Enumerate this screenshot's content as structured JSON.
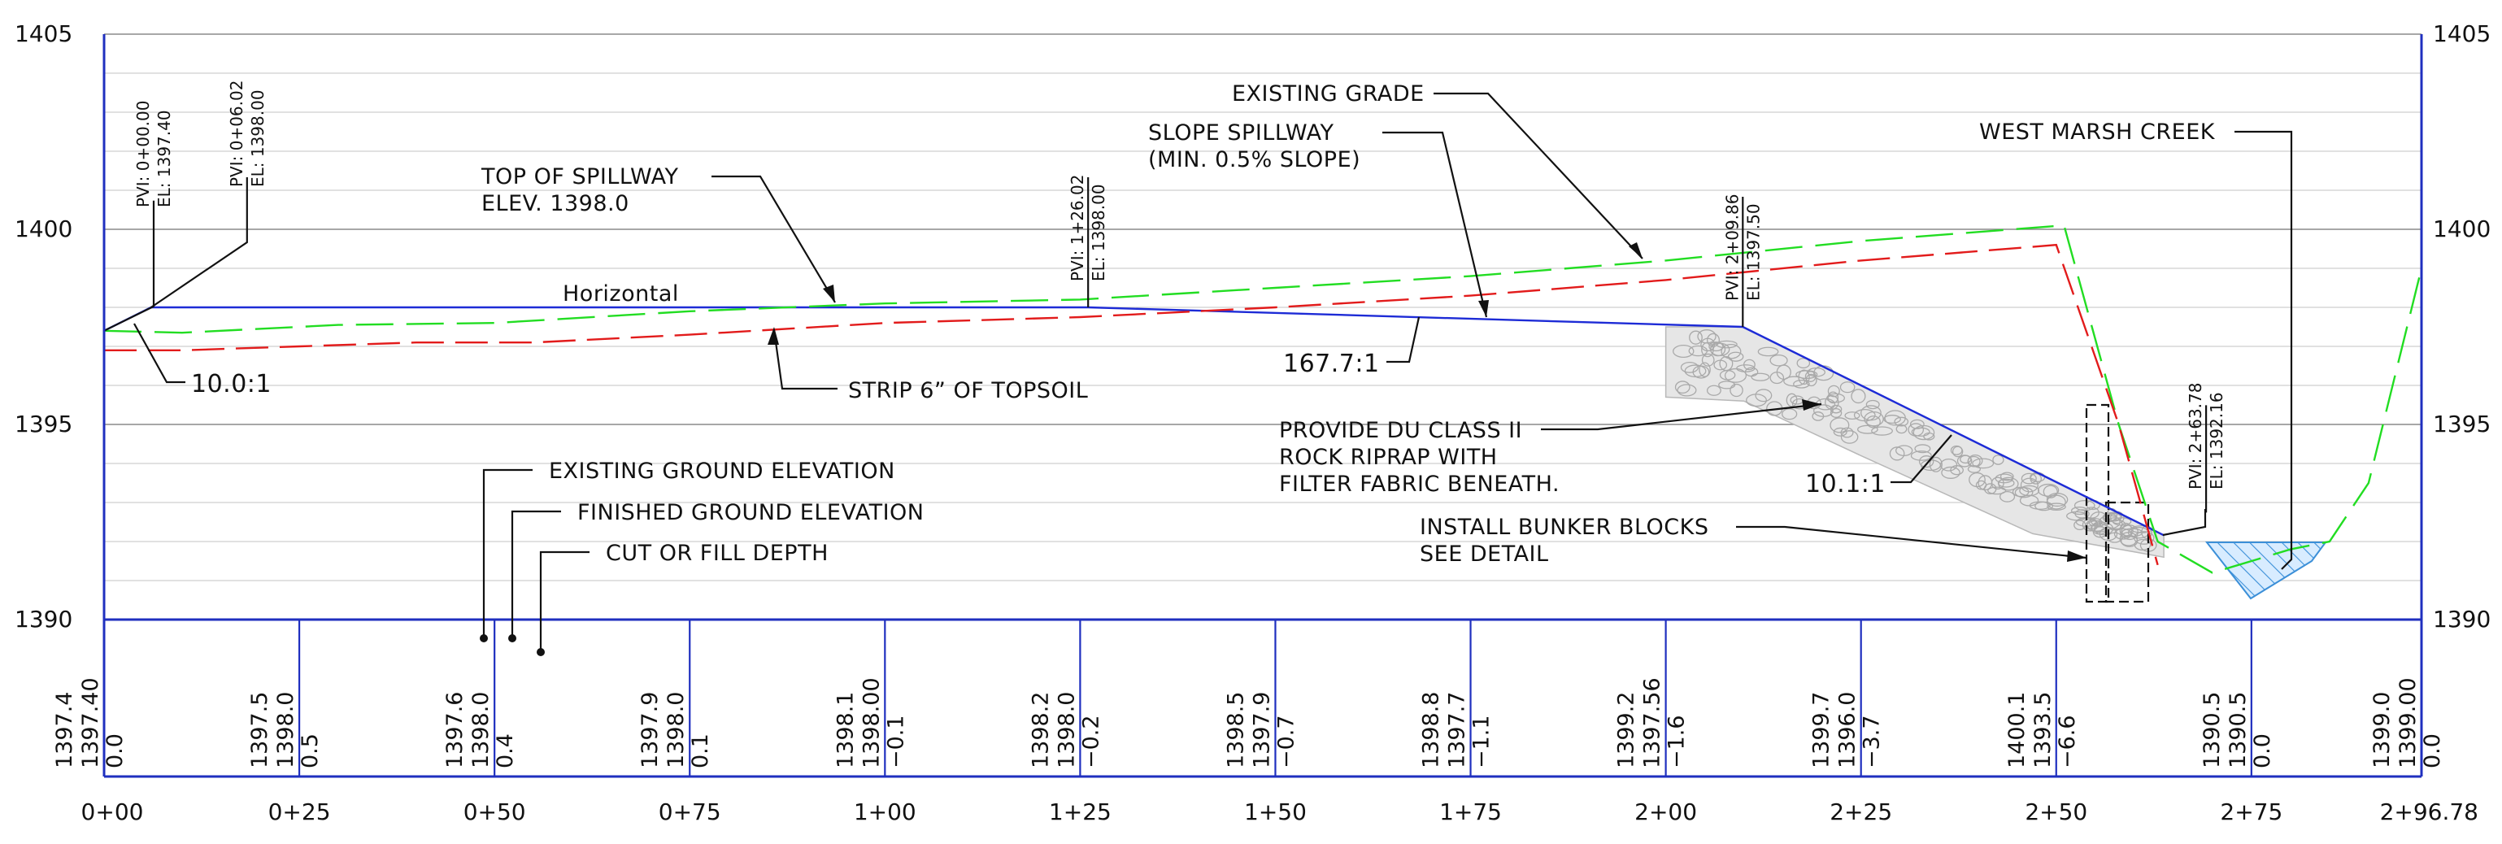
{
  "chart_data": {
    "type": "line",
    "y_axis": {
      "ylim": [
        1390,
        1405
      ],
      "ticks": [
        "1390",
        "1395",
        "1400",
        "1405"
      ]
    },
    "x_axis": {
      "xlim": [
        0,
        296.78
      ],
      "ticks": [
        {
          "sta": 0,
          "label": "0+00"
        },
        {
          "sta": 25,
          "label": "0+25"
        },
        {
          "sta": 50,
          "label": "0+50"
        },
        {
          "sta": 75,
          "label": "0+75"
        },
        {
          "sta": 100,
          "label": "1+00"
        },
        {
          "sta": 125,
          "label": "1+25"
        },
        {
          "sta": 150,
          "label": "1+50"
        },
        {
          "sta": 175,
          "label": "1+75"
        },
        {
          "sta": 200,
          "label": "2+00"
        },
        {
          "sta": 225,
          "label": "2+25"
        },
        {
          "sta": 250,
          "label": "2+50"
        },
        {
          "sta": 275,
          "label": "2+75"
        },
        {
          "sta": 296.78,
          "label": "2+96.78"
        }
      ]
    },
    "series": [
      {
        "key": "finished_grade",
        "color": "#1d2bd6",
        "points": [
          [
            0,
            1397.4
          ],
          [
            6.02,
            1398.0
          ],
          [
            126.02,
            1398.0
          ],
          [
            209.86,
            1397.5
          ],
          [
            263.78,
            1392.16
          ]
        ]
      },
      {
        "key": "existing_grade",
        "color": "#22dd22",
        "points": [
          [
            0,
            1397.4
          ],
          [
            10,
            1397.35
          ],
          [
            30,
            1397.55
          ],
          [
            50,
            1397.6
          ],
          [
            75,
            1397.9
          ],
          [
            100,
            1398.1
          ],
          [
            125,
            1398.2
          ],
          [
            150,
            1398.5
          ],
          [
            175,
            1398.8
          ],
          [
            200,
            1399.2
          ],
          [
            225,
            1399.7
          ],
          [
            251,
            1400.1
          ],
          [
            258,
            1395.0
          ],
          [
            263,
            1392.0
          ],
          [
            270,
            1391.2
          ],
          [
            280,
            1391.8
          ],
          [
            285,
            1392.0
          ],
          [
            290,
            1393.5
          ],
          [
            296.78,
            1399.0
          ]
        ]
      },
      {
        "key": "stripped_grade",
        "color": "#e21b1b",
        "points": [
          [
            0,
            1396.9
          ],
          [
            10,
            1396.9
          ],
          [
            25,
            1397.0
          ],
          [
            40,
            1397.1
          ],
          [
            55,
            1397.1
          ],
          [
            75,
            1397.3
          ],
          [
            100,
            1397.6
          ],
          [
            125,
            1397.75
          ],
          [
            150,
            1398.0
          ],
          [
            175,
            1398.3
          ],
          [
            200,
            1398.7
          ],
          [
            225,
            1399.2
          ],
          [
            250,
            1399.6
          ],
          [
            258,
            1395.0
          ],
          [
            263,
            1391.4
          ]
        ]
      }
    ],
    "pvi": [
      {
        "sta": 0,
        "elev": 1397.4,
        "sta_label": "PVI: 0+00.00",
        "el_label": "EL: 1397.40"
      },
      {
        "sta": 6.02,
        "elev": 1398.0,
        "sta_label": "PVI: 0+06.02",
        "el_label": "EL: 1398.00"
      },
      {
        "sta": 126.02,
        "elev": 1398.0,
        "sta_label": "PVI: 1+26.02",
        "el_label": "EL: 1398.00"
      },
      {
        "sta": 209.86,
        "elev": 1397.5,
        "sta_label": "PVI: 2+09.86",
        "el_label": "EL: 1397.50"
      },
      {
        "sta": 263.78,
        "elev": 1392.16,
        "sta_label": "PVI: 2+63.78",
        "el_label": "EL: 1392.16"
      }
    ],
    "band": [
      {
        "sta": 0,
        "existing": "1397.4",
        "finished": "1397.40",
        "depth": "0.0"
      },
      {
        "sta": 25,
        "existing": "1397.5",
        "finished": "1398.0",
        "depth": "0.5"
      },
      {
        "sta": 50,
        "existing": "1397.6",
        "finished": "1398.0",
        "depth": "0.4"
      },
      {
        "sta": 75,
        "existing": "1397.9",
        "finished": "1398.0",
        "depth": "0.1"
      },
      {
        "sta": 100,
        "existing": "1398.1",
        "finished": "1398.00",
        "depth": "−0.1"
      },
      {
        "sta": 125,
        "existing": "1398.2",
        "finished": "1398.0",
        "depth": "−0.2"
      },
      {
        "sta": 150,
        "existing": "1398.5",
        "finished": "1397.9",
        "depth": "−0.7"
      },
      {
        "sta": 175,
        "existing": "1398.8",
        "finished": "1397.7",
        "depth": "−1.1"
      },
      {
        "sta": 200,
        "existing": "1399.2",
        "finished": "1397.56",
        "depth": "−1.6"
      },
      {
        "sta": 225,
        "existing": "1399.7",
        "finished": "1396.0",
        "depth": "−3.7"
      },
      {
        "sta": 250,
        "existing": "1400.1",
        "finished": "1393.5",
        "depth": "−6.6"
      },
      {
        "sta": 275,
        "existing": "1390.5",
        "finished": "1390.5",
        "depth": "0.0"
      },
      {
        "sta": 296.78,
        "existing": "1399.0",
        "finished": "1399.00",
        "depth": "0.0"
      }
    ],
    "annotations": {
      "horizontal": "Horizontal",
      "top_of_spillway": [
        "TOP OF SPILLWAY",
        "ELEV. 1398.0"
      ],
      "existing_grade": "EXISTING GRADE",
      "slope_spillway": [
        "SLOPE SPILLWAY",
        "(MIN. 0.5% SLOPE)"
      ],
      "west_marsh_creek": "WEST MARSH CREEK",
      "slope_10_0": "10.0:1",
      "strip_topsoil": "STRIP 6” OF TOPSOIL",
      "slope_167_7": "167.7:1",
      "riprap": [
        "PROVIDE DU CLASS II",
        "ROCK RIPRAP WITH",
        "FILTER FABRIC BENEATH."
      ],
      "slope_10_1": "10.1:1",
      "bunker": [
        "INSTALL BUNKER BLOCKS",
        "SEE DETAIL"
      ],
      "legend_existing": "EXISTING GROUND ELEVATION",
      "legend_finished": "FINISHED GROUND ELEVATION",
      "legend_cut": "CUT OR FILL DEPTH"
    }
  }
}
